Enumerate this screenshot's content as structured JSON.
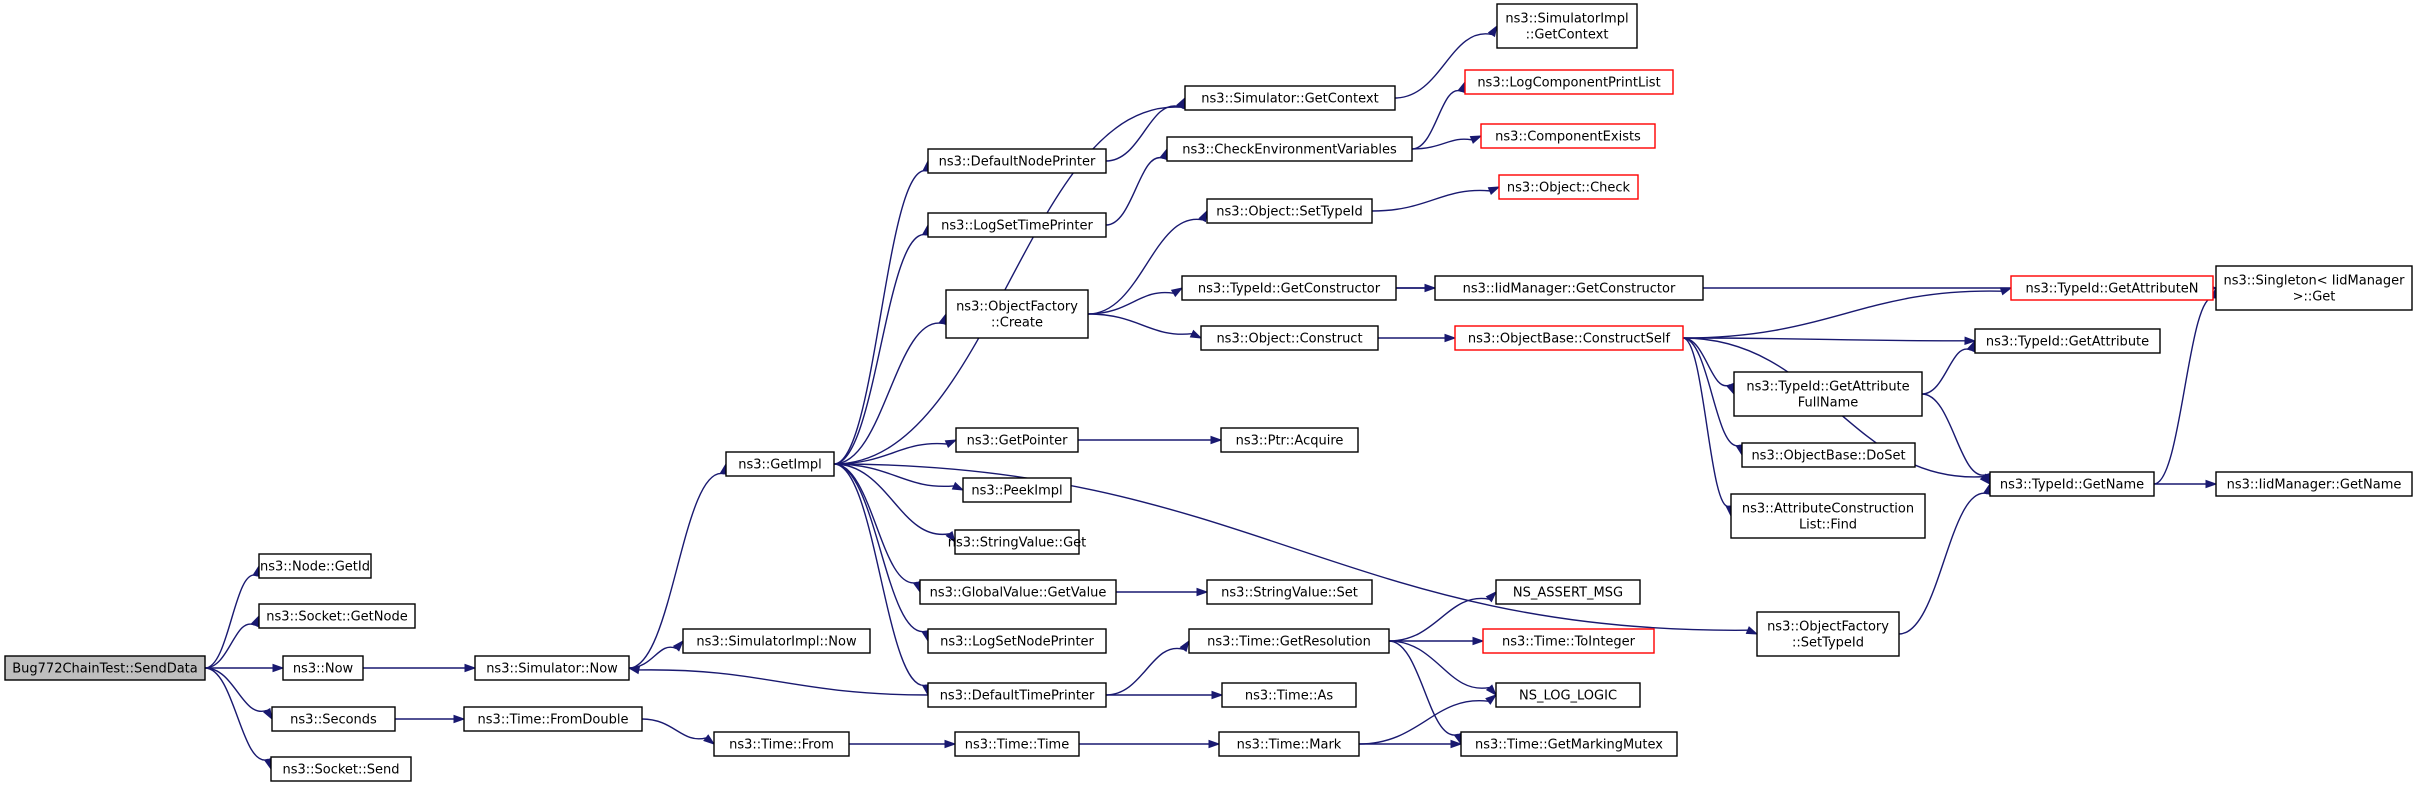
{
  "nodes": [
    {
      "id": "root",
      "lines": [
        "Bug772ChainTest::SendData"
      ],
      "kind": "root"
    },
    {
      "id": "nodeGetId",
      "lines": [
        "ns3::Node::GetId"
      ]
    },
    {
      "id": "socketGetNode",
      "lines": [
        "ns3::Socket::GetNode"
      ]
    },
    {
      "id": "now",
      "lines": [
        "ns3::Now"
      ]
    },
    {
      "id": "seconds",
      "lines": [
        "ns3::Seconds"
      ]
    },
    {
      "id": "socketSend",
      "lines": [
        "ns3::Socket::Send"
      ]
    },
    {
      "id": "simNow",
      "lines": [
        "ns3::Simulator::Now"
      ]
    },
    {
      "id": "fromDouble",
      "lines": [
        "ns3::Time::FromDouble"
      ]
    },
    {
      "id": "getImpl",
      "lines": [
        "ns3::GetImpl"
      ]
    },
    {
      "id": "simImplNow",
      "lines": [
        "ns3::SimulatorImpl::Now"
      ]
    },
    {
      "id": "timeFrom",
      "lines": [
        "ns3::Time::From"
      ]
    },
    {
      "id": "defaultNodePrinter",
      "lines": [
        "ns3::DefaultNodePrinter"
      ]
    },
    {
      "id": "logSetTimePrinter",
      "lines": [
        "ns3::LogSetTimePrinter"
      ]
    },
    {
      "id": "objFactoryCreate",
      "lines": [
        "ns3::ObjectFactory",
        "::Create"
      ]
    },
    {
      "id": "getPointer",
      "lines": [
        "ns3::GetPointer"
      ]
    },
    {
      "id": "peekImpl",
      "lines": [
        "ns3::PeekImpl"
      ]
    },
    {
      "id": "stringValueGet",
      "lines": [
        "ns3::StringValue::Get"
      ]
    },
    {
      "id": "globalValueGetValue",
      "lines": [
        "ns3::GlobalValue::GetValue"
      ]
    },
    {
      "id": "logSetNodePrinter",
      "lines": [
        "ns3::LogSetNodePrinter"
      ]
    },
    {
      "id": "defaultTimePrinter",
      "lines": [
        "ns3::DefaultTimePrinter"
      ]
    },
    {
      "id": "timeTime",
      "lines": [
        "ns3::Time::Time"
      ]
    },
    {
      "id": "simGetContext",
      "lines": [
        "ns3::Simulator::GetContext"
      ]
    },
    {
      "id": "checkEnvVars",
      "lines": [
        "ns3::CheckEnvironmentVariables"
      ]
    },
    {
      "id": "objSetTypeId",
      "lines": [
        "ns3::Object::SetTypeId"
      ]
    },
    {
      "id": "typeIdGetConstructor",
      "lines": [
        "ns3::TypeId::GetConstructor"
      ]
    },
    {
      "id": "objConstruct",
      "lines": [
        "ns3::Object::Construct"
      ]
    },
    {
      "id": "ptrAcquire",
      "lines": [
        "ns3::Ptr::Acquire"
      ]
    },
    {
      "id": "stringValueSet",
      "lines": [
        "ns3::StringValue::Set"
      ]
    },
    {
      "id": "timeGetResolution",
      "lines": [
        "ns3::Time::GetResolution"
      ]
    },
    {
      "id": "timeAs",
      "lines": [
        "ns3::Time::As"
      ]
    },
    {
      "id": "timeMark",
      "lines": [
        "ns3::Time::Mark"
      ]
    },
    {
      "id": "simImplGetContext",
      "lines": [
        "ns3::SimulatorImpl",
        "::GetContext"
      ]
    },
    {
      "id": "logComponentPrintList",
      "lines": [
        "ns3::LogComponentPrintList"
      ],
      "kind": "red"
    },
    {
      "id": "componentExists",
      "lines": [
        "ns3::ComponentExists"
      ],
      "kind": "red"
    },
    {
      "id": "objectCheck",
      "lines": [
        "ns3::Object::Check"
      ],
      "kind": "red"
    },
    {
      "id": "iidMgrGetConstructor",
      "lines": [
        "ns3::IidManager::GetConstructor"
      ]
    },
    {
      "id": "objBaseConstructSelf",
      "lines": [
        "ns3::ObjectBase::ConstructSelf"
      ],
      "kind": "red"
    },
    {
      "id": "nsAssertMsg",
      "lines": [
        "NS_ASSERT_MSG"
      ]
    },
    {
      "id": "timeToInteger",
      "lines": [
        "ns3::Time::ToInteger"
      ],
      "kind": "red"
    },
    {
      "id": "nsLogLogic",
      "lines": [
        "NS_LOG_LOGIC"
      ]
    },
    {
      "id": "timeGetMarkingMutex",
      "lines": [
        "ns3::Time::GetMarkingMutex"
      ]
    },
    {
      "id": "typeIdGetAttrFullName",
      "lines": [
        "ns3::TypeId::GetAttribute",
        "FullName"
      ]
    },
    {
      "id": "objBaseDoSet",
      "lines": [
        "ns3::ObjectBase::DoSet"
      ]
    },
    {
      "id": "attrConstrListFind",
      "lines": [
        "ns3::AttributeConstruction",
        "List::Find"
      ]
    },
    {
      "id": "objFactorySetTypeId",
      "lines": [
        "ns3::ObjectFactory",
        "::SetTypeId"
      ]
    },
    {
      "id": "typeIdGetAttributeN",
      "lines": [
        "ns3::TypeId::GetAttributeN"
      ],
      "kind": "red"
    },
    {
      "id": "typeIdGetAttribute",
      "lines": [
        "ns3::TypeId::GetAttribute"
      ]
    },
    {
      "id": "typeIdGetName",
      "lines": [
        "ns3::TypeId::GetName"
      ]
    },
    {
      "id": "singletonGet",
      "lines": [
        "ns3::Singleton< IidManager",
        " >::Get"
      ]
    },
    {
      "id": "iidMgrGetName",
      "lines": [
        "ns3::IidManager::GetName"
      ]
    }
  ],
  "edges": [
    [
      "root",
      "nodeGetId"
    ],
    [
      "root",
      "socketGetNode"
    ],
    [
      "root",
      "now"
    ],
    [
      "root",
      "seconds"
    ],
    [
      "root",
      "socketSend"
    ],
    [
      "now",
      "simNow"
    ],
    [
      "seconds",
      "fromDouble"
    ],
    [
      "simNow",
      "getImpl"
    ],
    [
      "simNow",
      "simImplNow"
    ],
    [
      "fromDouble",
      "timeFrom"
    ],
    [
      "timeFrom",
      "timeTime"
    ],
    [
      "timeTime",
      "timeMark"
    ],
    [
      "timeMark",
      "nsLogLogic"
    ],
    [
      "timeMark",
      "timeGetMarkingMutex"
    ],
    [
      "getImpl",
      "simGetContext"
    ],
    [
      "getImpl",
      "defaultNodePrinter"
    ],
    [
      "getImpl",
      "logSetTimePrinter"
    ],
    [
      "getImpl",
      "objFactoryCreate"
    ],
    [
      "getImpl",
      "objFactorySetTypeId"
    ],
    [
      "getImpl",
      "getPointer"
    ],
    [
      "getImpl",
      "peekImpl"
    ],
    [
      "getImpl",
      "stringValueGet"
    ],
    [
      "getImpl",
      "globalValueGetValue"
    ],
    [
      "getImpl",
      "logSetNodePrinter"
    ],
    [
      "getImpl",
      "defaultTimePrinter"
    ],
    [
      "defaultNodePrinter",
      "simGetContext"
    ],
    [
      "simGetContext",
      "simImplGetContext"
    ],
    [
      "logSetTimePrinter",
      "checkEnvVars"
    ],
    [
      "checkEnvVars",
      "logComponentPrintList"
    ],
    [
      "checkEnvVars",
      "componentExists"
    ],
    [
      "objFactoryCreate",
      "objSetTypeId"
    ],
    [
      "objFactoryCreate",
      "typeIdGetConstructor"
    ],
    [
      "objFactoryCreate",
      "objConstruct"
    ],
    [
      "objSetTypeId",
      "objectCheck"
    ],
    [
      "typeIdGetConstructor",
      "iidMgrGetConstructor"
    ],
    [
      "typeIdGetConstructor",
      "singletonGet"
    ],
    [
      "objConstruct",
      "objBaseConstructSelf"
    ],
    [
      "objBaseConstructSelf",
      "typeIdGetAttributeN"
    ],
    [
      "objBaseConstructSelf",
      "typeIdGetAttribute"
    ],
    [
      "objBaseConstructSelf",
      "typeIdGetAttrFullName"
    ],
    [
      "objBaseConstructSelf",
      "objBaseDoSet"
    ],
    [
      "objBaseConstructSelf",
      "attrConstrListFind"
    ],
    [
      "objBaseConstructSelf",
      "typeIdGetName"
    ],
    [
      "typeIdGetAttributeN",
      "singletonGet"
    ],
    [
      "typeIdGetAttrFullName",
      "typeIdGetAttribute"
    ],
    [
      "typeIdGetAttrFullName",
      "typeIdGetName"
    ],
    [
      "objFactorySetTypeId",
      "typeIdGetName"
    ],
    [
      "typeIdGetName",
      "singletonGet"
    ],
    [
      "typeIdGetName",
      "iidMgrGetName"
    ],
    [
      "getPointer",
      "ptrAcquire"
    ],
    [
      "globalValueGetValue",
      "stringValueSet"
    ],
    [
      "defaultTimePrinter",
      "simNow"
    ],
    [
      "defaultTimePrinter",
      "timeGetResolution"
    ],
    [
      "defaultTimePrinter",
      "timeAs"
    ],
    [
      "timeGetResolution",
      "nsAssertMsg"
    ],
    [
      "timeGetResolution",
      "timeToInteger"
    ],
    [
      "timeGetResolution",
      "nsLogLogic"
    ],
    [
      "timeGetResolution",
      "timeGetMarkingMutex"
    ]
  ]
}
